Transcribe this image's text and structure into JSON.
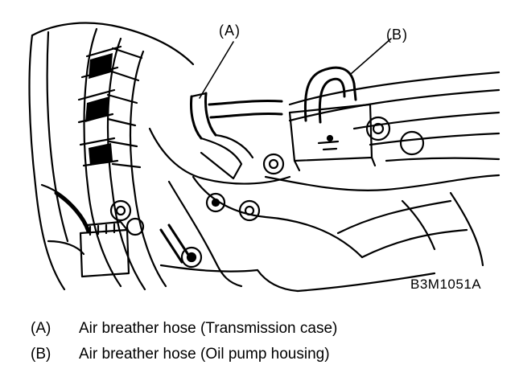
{
  "figure": {
    "code": "B3M1051A",
    "callouts": {
      "a": "(A)",
      "b": "(B)"
    }
  },
  "legend": [
    {
      "key": "(A)",
      "text": "Air breather hose (Transmission case)"
    },
    {
      "key": "(B)",
      "text": "Air breather hose (Oil pump housing)"
    }
  ]
}
